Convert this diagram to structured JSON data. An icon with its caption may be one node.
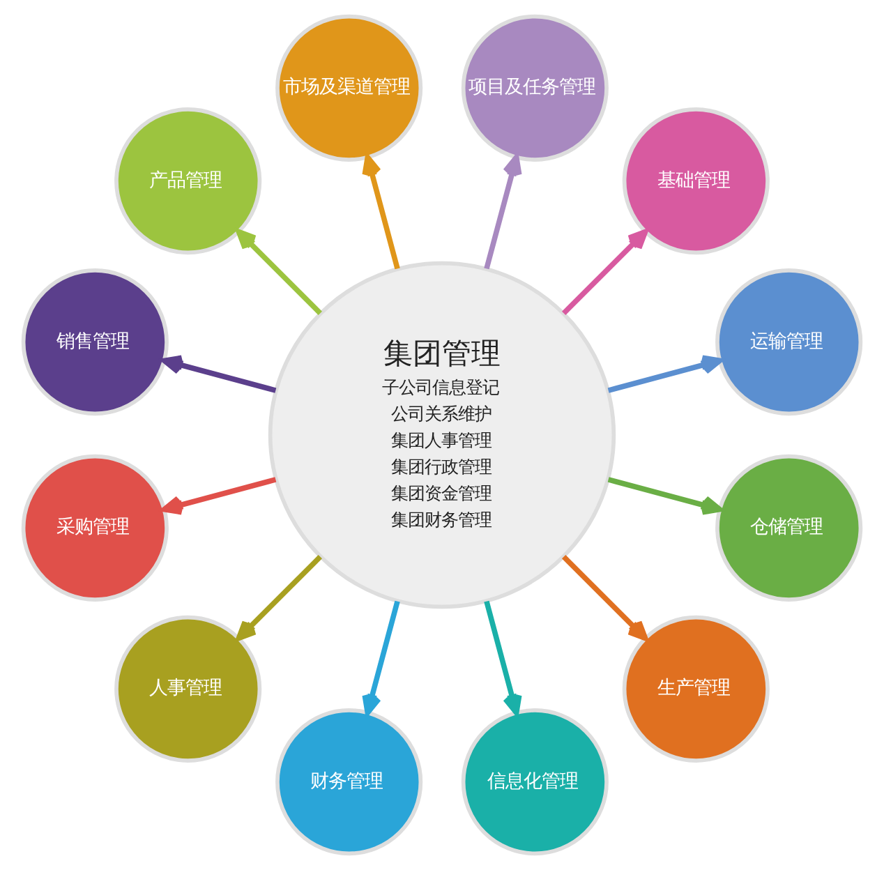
{
  "diagram": {
    "nodes": [
      {
        "text": [
          "集团管理",
          "子公司信息登记",
          "公司关系维护",
          "集团人事管理",
          "集团行政管理",
          "集团资金管理",
          "集团财务管理"
        ]
      },
      {
        "text": [
          "运输管理"
        ]
      },
      {
        "text": [
          "基础管理"
        ]
      },
      {
        "text": [
          "项目及任务管理"
        ]
      },
      {
        "text": [
          "市场及渠道管理"
        ]
      },
      {
        "text": [
          "产品管理"
        ]
      },
      {
        "text": [
          "销售管理"
        ]
      },
      {
        "text": [
          "采购管理"
        ]
      },
      {
        "text": [
          "人事管理"
        ]
      },
      {
        "text": [
          "财务管理"
        ]
      },
      {
        "text": [
          "信息化管理"
        ]
      },
      {
        "text": [
          "生产管理"
        ]
      },
      {
        "text": [
          "仓储管理"
        ]
      }
    ],
    "edges": [
      {
        "from": 0,
        "to": 1,
        "arrow": "to",
        "color": "#5b8fd0"
      },
      {
        "from": 0,
        "to": 2,
        "arrow": "to",
        "color": "#d85aa0"
      },
      {
        "from": 0,
        "to": 3,
        "arrow": "to",
        "color": "#a889c0"
      },
      {
        "from": 0,
        "to": 4,
        "arrow": "to",
        "color": "#e0961a"
      },
      {
        "from": 0,
        "to": 5,
        "arrow": "to",
        "color": "#9cc43f"
      },
      {
        "from": 0,
        "to": 6,
        "arrow": "to",
        "color": "#5b3f8c"
      },
      {
        "from": 0,
        "to": 7,
        "arrow": "to",
        "color": "#e0504a"
      },
      {
        "from": 0,
        "to": 8,
        "arrow": "to",
        "color": "#a8a020"
      },
      {
        "from": 0,
        "to": 9,
        "arrow": "to",
        "color": "#2aa5d8"
      },
      {
        "from": 0,
        "to": 10,
        "arrow": "to",
        "color": "#1ab0a8"
      },
      {
        "from": 0,
        "to": 11,
        "arrow": "to",
        "color": "#e07020"
      },
      {
        "from": 0,
        "to": 12,
        "arrow": "to",
        "color": "#6aae45"
      }
    ]
  }
}
